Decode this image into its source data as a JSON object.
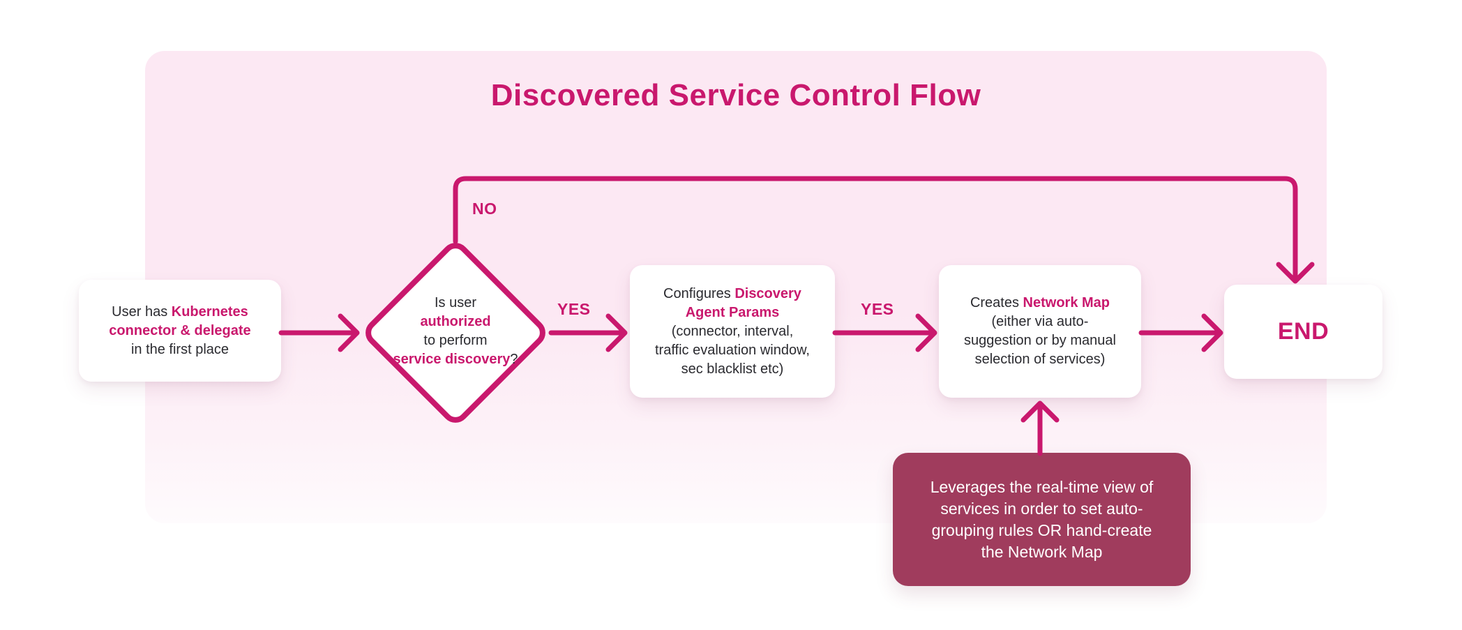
{
  "title": "Discovered Service Control Flow",
  "colors": {
    "accent": "#C9186D",
    "panel_top": "#FCE8F3",
    "panel_bottom": "#FEFBFD",
    "note_bg": "#A03C5D",
    "text": "#2B2B30"
  },
  "nodes": {
    "start": {
      "segments": [
        {
          "t": "User has ",
          "hl": false
        },
        {
          "t": "Kubernetes\nconnector & delegate",
          "hl": true
        },
        {
          "t": "\nin the first place",
          "hl": false
        }
      ]
    },
    "decision": {
      "segments": [
        {
          "t": "Is user\n",
          "hl": false
        },
        {
          "t": "authorized",
          "hl": true
        },
        {
          "t": "\nto perform\n",
          "hl": false
        },
        {
          "t": "service discovery",
          "hl": true
        },
        {
          "t": "?",
          "hl": false
        }
      ]
    },
    "configure": {
      "segments": [
        {
          "t": "Configures ",
          "hl": false
        },
        {
          "t": "Discovery\nAgent Params",
          "hl": true
        },
        {
          "t": "\n(connector, interval,\ntraffic evaluation window,\nsec blacklist etc)",
          "hl": false
        }
      ]
    },
    "create": {
      "segments": [
        {
          "t": "Creates ",
          "hl": false
        },
        {
          "t": "Network Map",
          "hl": true
        },
        {
          "t": "\n(either via auto-\nsuggestion or by manual\nselection of services)",
          "hl": false
        }
      ]
    },
    "end": {
      "label": "END"
    },
    "note": {
      "text": "Leverages the real-time view of\nservices in order to set auto-\ngrouping rules OR hand-create\nthe Network Map"
    }
  },
  "edge_labels": {
    "no": "NO",
    "yes_decision_to_configure": "YES",
    "yes_configure_to_create": "YES"
  }
}
